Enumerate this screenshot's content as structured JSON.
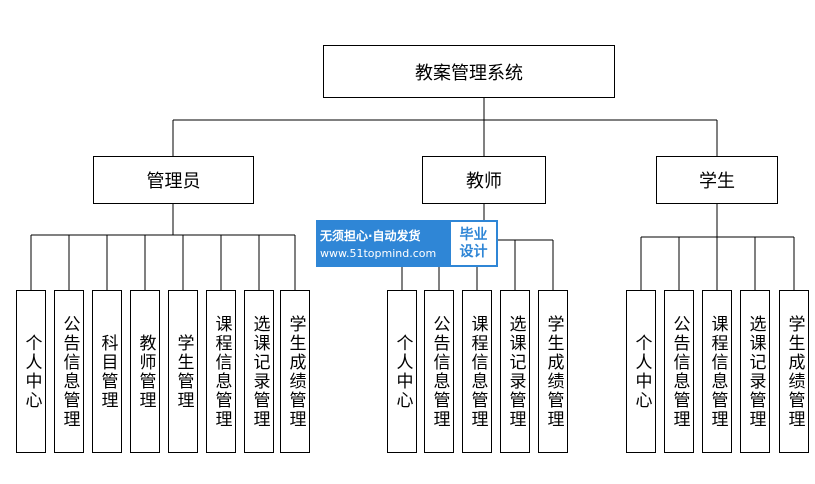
{
  "root": {
    "label": "教案管理系统"
  },
  "roles": [
    {
      "label": "管理员",
      "children": [
        "个人中心",
        "公告信息管理",
        "科目管理",
        "教师管理",
        "学生管理",
        "课程信息管理",
        "选课记录管理",
        "学生成绩管理"
      ]
    },
    {
      "label": "教师",
      "children": [
        "个人中心",
        "公告信息管理",
        "课程信息管理",
        "选课记录管理",
        "学生成绩管理"
      ]
    },
    {
      "label": "学生",
      "children": [
        "个人中心",
        "公告信息管理",
        "课程信息管理",
        "选课记录管理",
        "学生成绩管理"
      ]
    }
  ],
  "watermark": {
    "line1": "无须担心·自动发货",
    "line2": "www.51topmind.com",
    "badge_top": "毕业",
    "badge_bottom": "设计"
  },
  "colors": {
    "line": "#000000",
    "watermark": "#2f86d6"
  }
}
